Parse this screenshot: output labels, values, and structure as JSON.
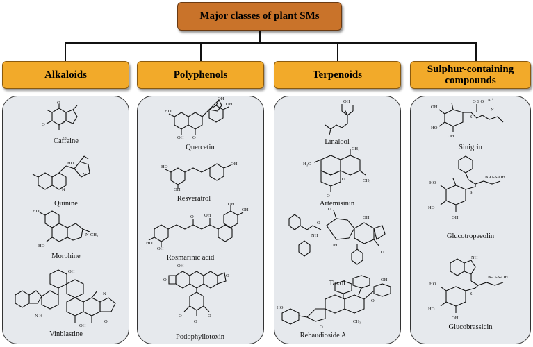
{
  "title": "Major classes of plant SMs",
  "categories": [
    {
      "label": "Alkaloids",
      "compounds": [
        "Caffeine",
        "Quinine",
        "Morphine",
        "Vinblastine"
      ]
    },
    {
      "label": "Polyphenols",
      "compounds": [
        "Quercetin",
        "Resveratrol",
        "Rosmarinic acid",
        "Podophyllotoxin"
      ]
    },
    {
      "label": "Terpenoids",
      "compounds": [
        "Linalool",
        "Artemisinin",
        "Taxol",
        "Rebaudioside A"
      ]
    },
    {
      "label": "Sulphur-containing compounds",
      "compounds": [
        "Sinigrin",
        "Glucotropaeolin",
        "Glucobrassicin"
      ]
    }
  ],
  "colors": {
    "title_box": "#c9732a",
    "category_box": "#f2aa2a",
    "panel": "#e6e9ed"
  }
}
